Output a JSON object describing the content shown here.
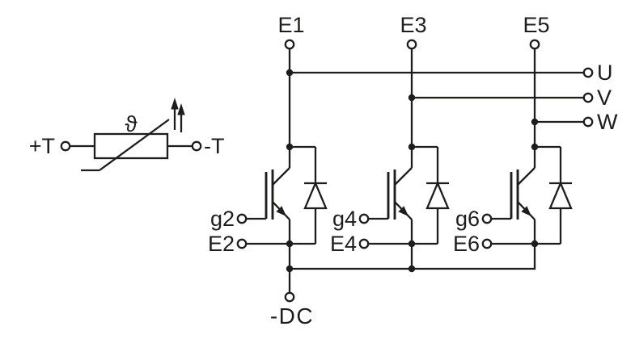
{
  "colors": {
    "background": "#ffffff",
    "line": "#1d1d1b"
  },
  "thermistor": {
    "temperature_symbol": "ϑ",
    "left_terminal": "+T",
    "right_terminal": "-T"
  },
  "inverter": {
    "top_terminals": [
      "E1",
      "E3",
      "E5"
    ],
    "phase_outputs": [
      "U",
      "V",
      "W"
    ],
    "legs": [
      {
        "gate": "g2",
        "emitter": "E2"
      },
      {
        "gate": "g4",
        "emitter": "E4"
      },
      {
        "gate": "g6",
        "emitter": "E6"
      }
    ],
    "dc_bus_terminal": "-DC"
  }
}
